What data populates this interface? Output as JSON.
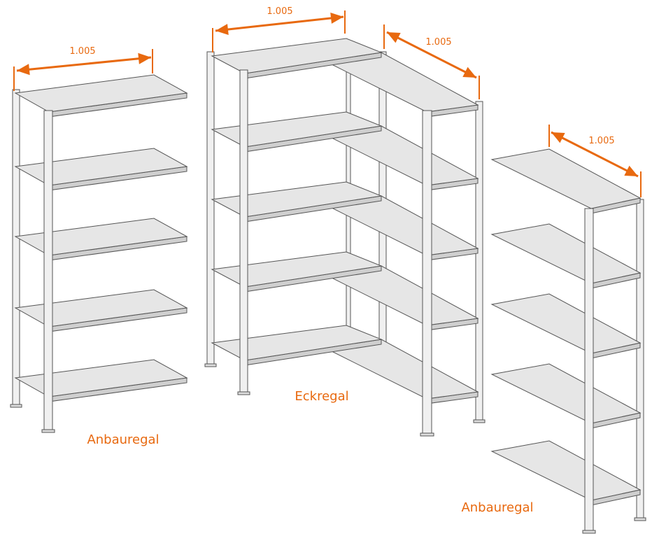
{
  "colors": {
    "accent": "#e8690f",
    "shelf": "#e6e6e6",
    "shelf_edge": "#cfcfcf",
    "outline": "#555555",
    "post": "#f0f0f0"
  },
  "units": [
    {
      "name": "Anbauregal",
      "dimension": "1.005"
    },
    {
      "name": "Eckregal",
      "dimensions": [
        "1.005",
        "1.005"
      ]
    },
    {
      "name": "Anbauregal",
      "dimension": "1.005"
    }
  ]
}
